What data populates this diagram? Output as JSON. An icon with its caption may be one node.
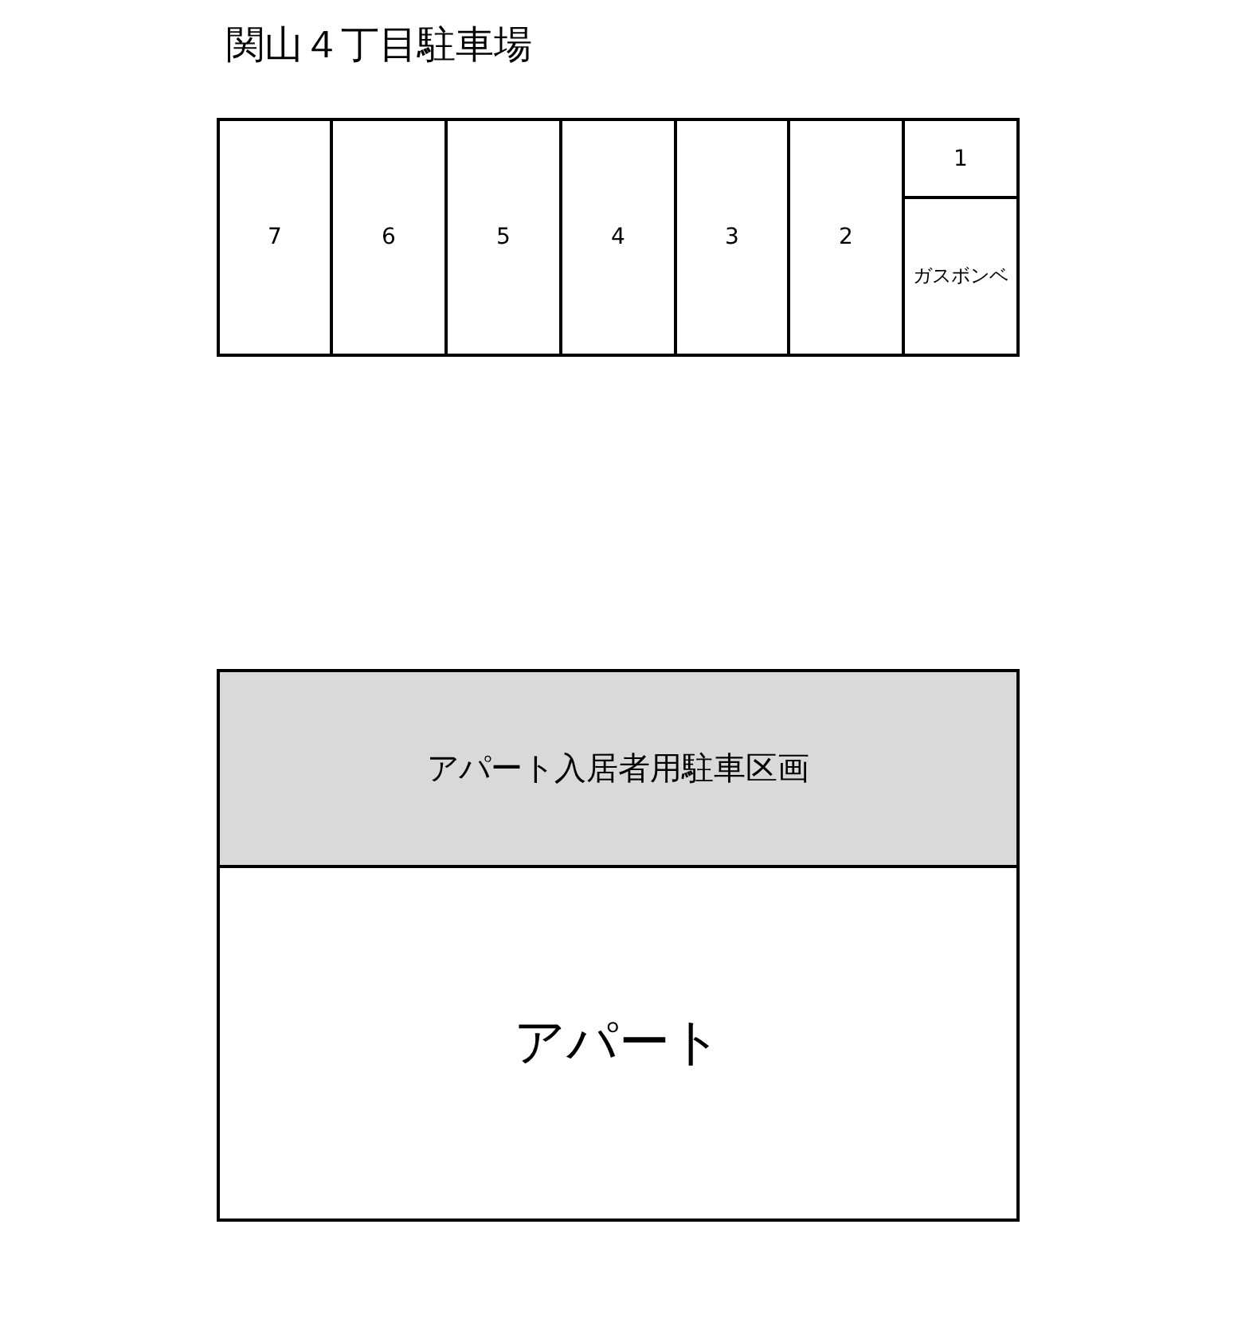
{
  "diagram": {
    "title": "関山４丁目駐車場",
    "nodes": [
      {
        "text": [
          "7"
        ]
      },
      {
        "text": [
          "6"
        ]
      },
      {
        "text": [
          "5"
        ]
      },
      {
        "text": [
          "4"
        ]
      },
      {
        "text": [
          "3"
        ]
      },
      {
        "text": [
          "2"
        ]
      },
      {
        "text": [
          "1"
        ]
      },
      {
        "text": [
          "ガスボンベ"
        ]
      },
      {
        "text": [
          "アパート入居者用駐車区画"
        ]
      },
      {
        "text": [
          "アパート"
        ]
      }
    ]
  }
}
